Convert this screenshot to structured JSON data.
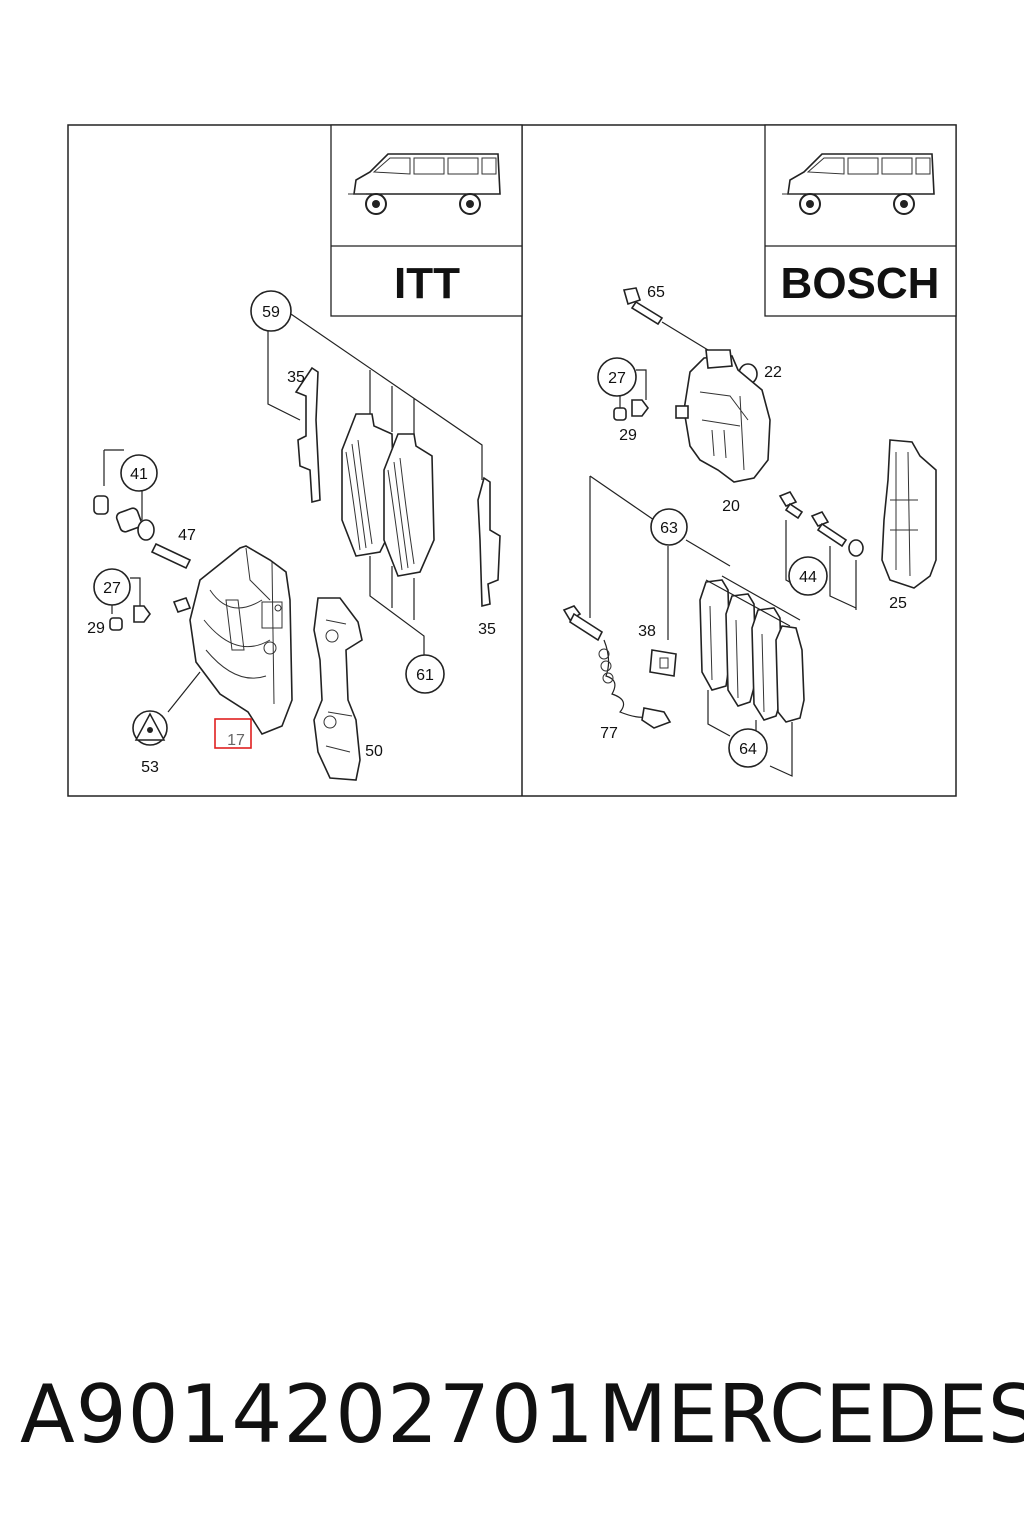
{
  "panels": {
    "left_brand": "ITT",
    "right_brand": "BOSCH"
  },
  "callouts": {
    "c59": "59",
    "c35a": "35",
    "c41": "41",
    "c47": "47",
    "c27a": "27",
    "c29a": "29",
    "c35b": "35",
    "c61": "61",
    "c53": "53",
    "c17": "17",
    "c50": "50",
    "c65": "65",
    "c27b": "27",
    "c29b": "29",
    "c22": "22",
    "c20": "20",
    "c63": "63",
    "c44": "44",
    "c25": "25",
    "c38": "38",
    "c77": "77",
    "c64": "64"
  },
  "highlight_color": "#e02020",
  "footer": {
    "part_number": "A9014202701",
    "maker": "MERCEDES"
  }
}
